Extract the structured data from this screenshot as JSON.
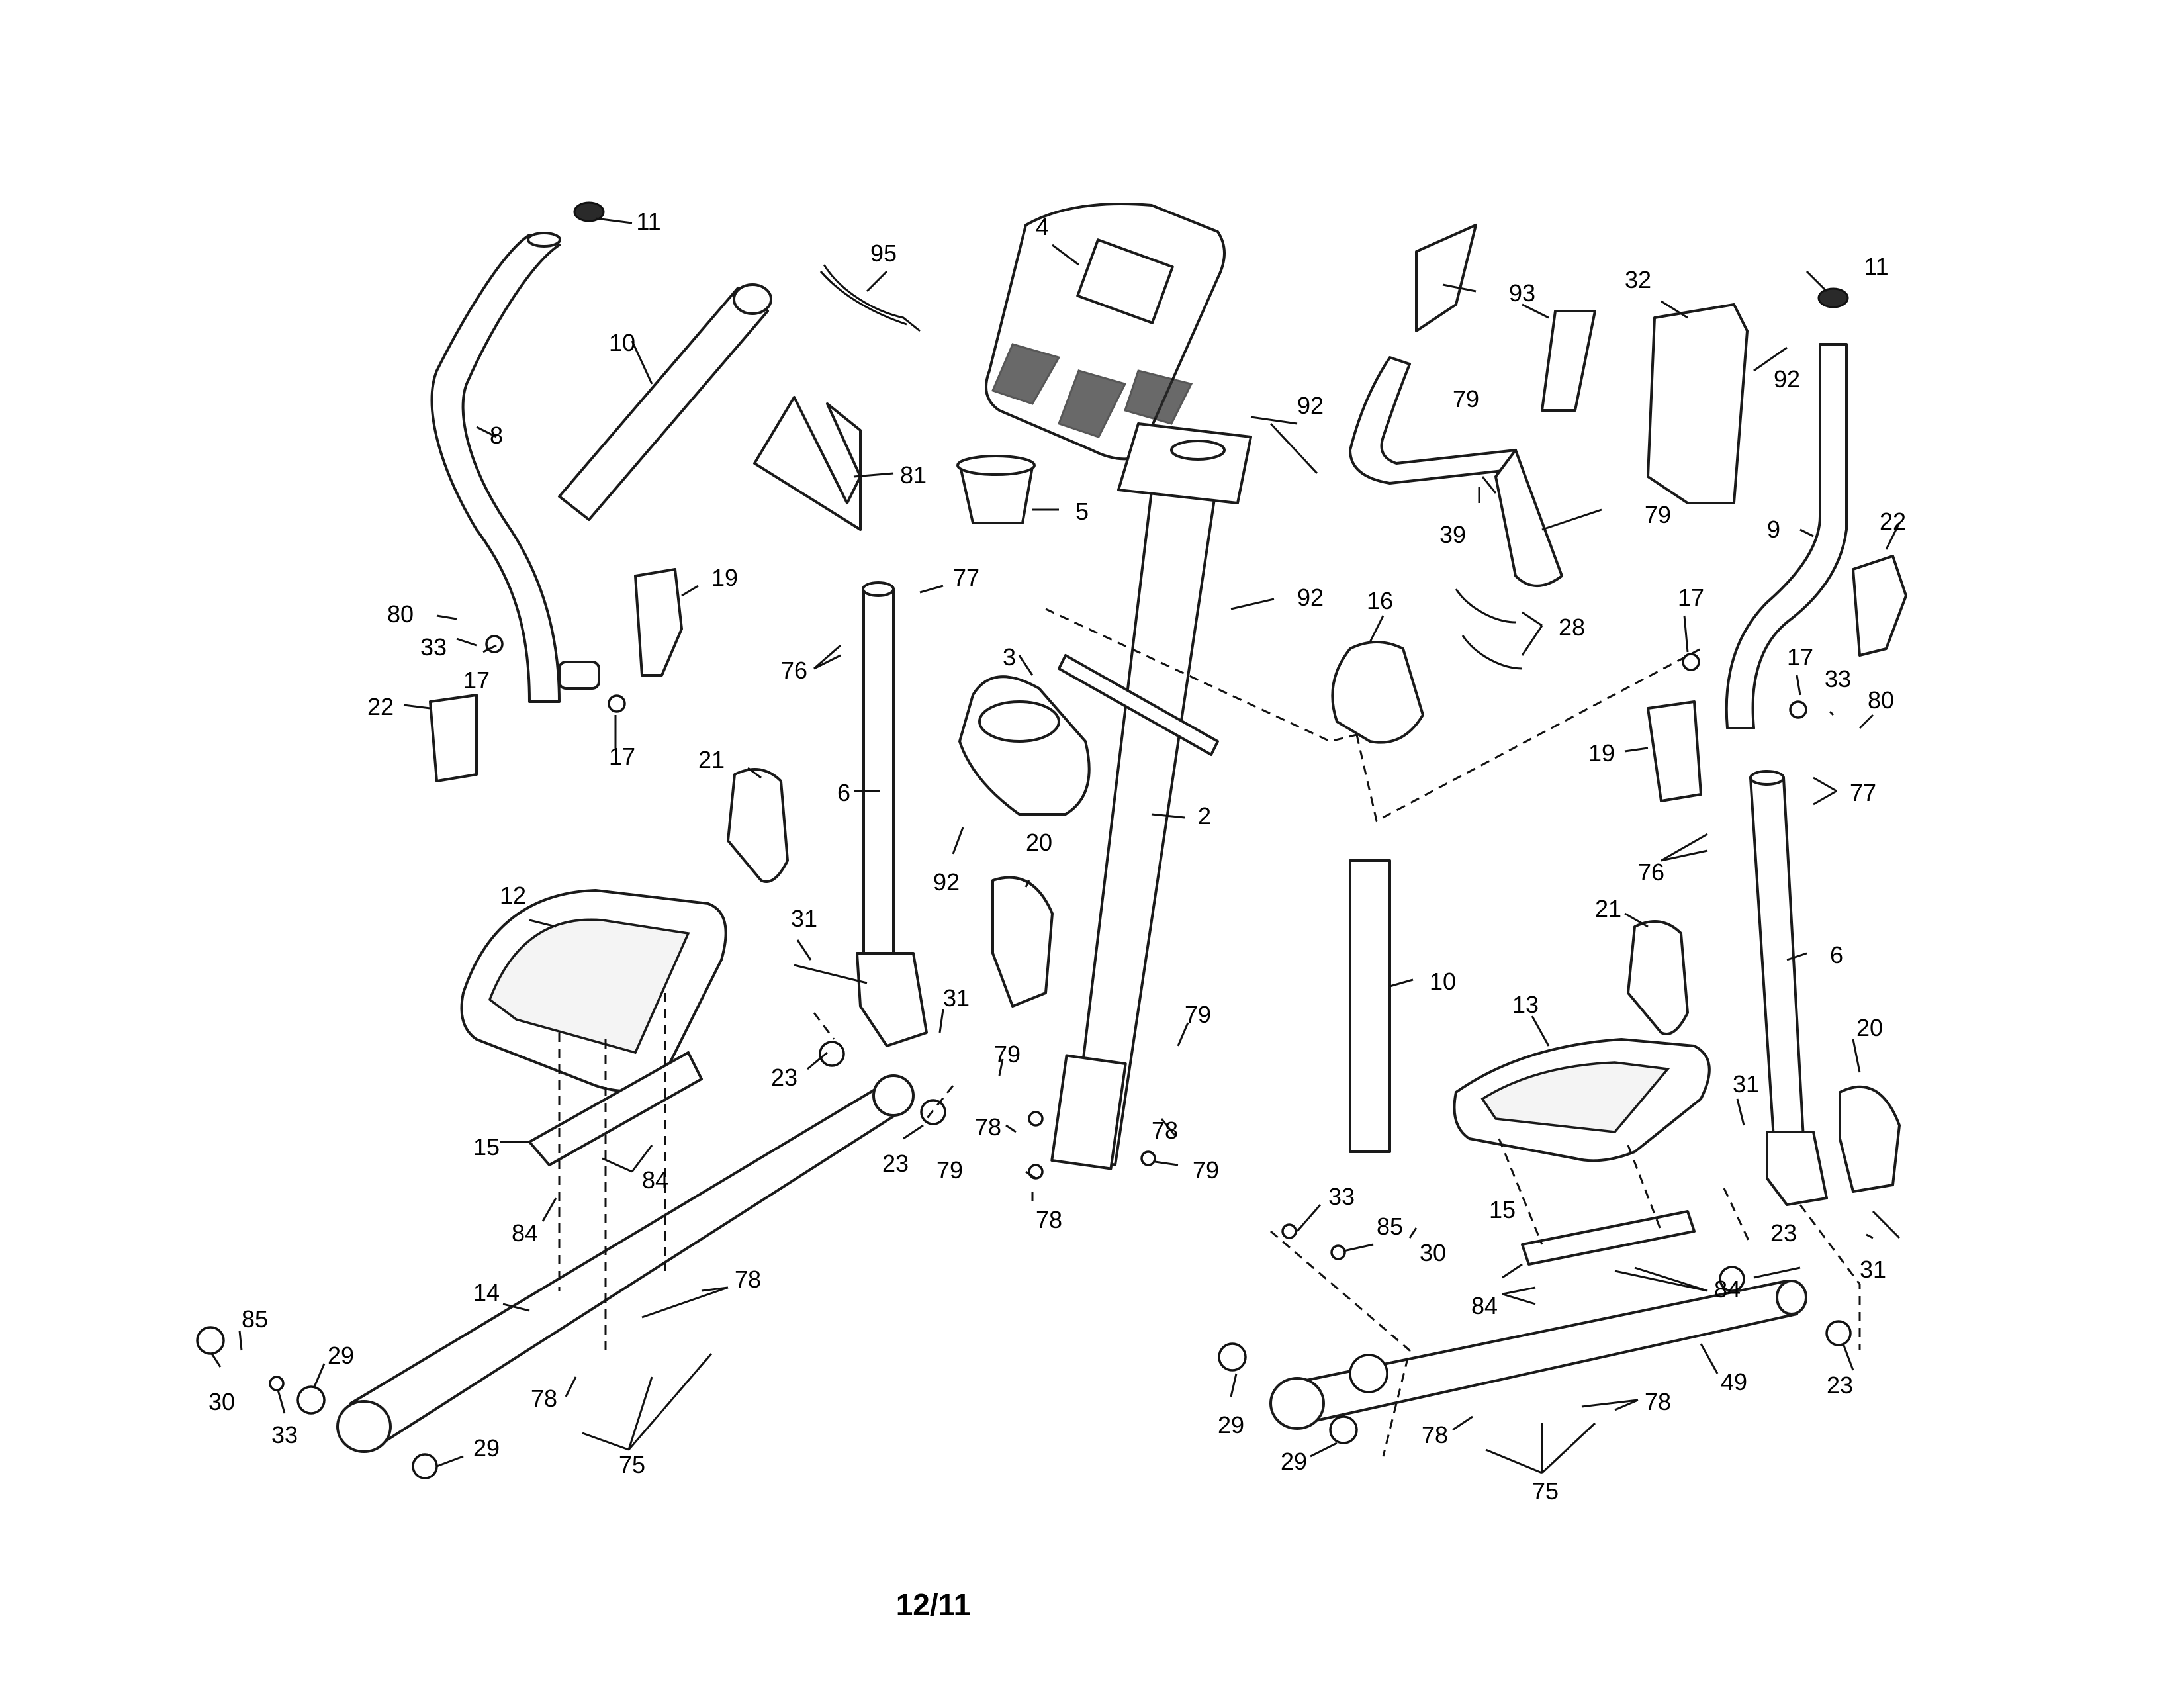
{
  "page": {
    "number": "12/11"
  },
  "callouts": {
    "c_11a": "11",
    "c_10a": "10",
    "c_8": "8",
    "c_95": "95",
    "c_81": "81",
    "c_5": "5",
    "c_4": "4",
    "c_92a": "92",
    "c_93": "93",
    "c_32": "32",
    "c_11b": "11",
    "c_92b": "92",
    "c_79a": "79",
    "c_79b": "79",
    "c_39": "39",
    "c_9": "9",
    "c_22a": "22",
    "c_80a": "80",
    "c_33a": "33",
    "c_17a": "17",
    "c_17b": "17",
    "c_22b": "22",
    "c_19a": "19",
    "c_77a": "77",
    "c_76a": "76",
    "c_3": "3",
    "c_92c": "92",
    "c_16": "16",
    "c_28": "28",
    "c_17c": "17",
    "c_17d": "17",
    "c_33b": "33",
    "c_80b": "80",
    "c_19b": "19",
    "c_77b": "77",
    "c_76b": "76",
    "c_21a": "21",
    "c_6a": "6",
    "c_2": "2",
    "c_92d": "92",
    "c_20a": "20",
    "c_21b": "21",
    "c_6b": "6",
    "c_10b": "10",
    "c_12": "12",
    "c_31a": "31",
    "c_31b": "31",
    "c_79c": "79",
    "c_79d": "79",
    "c_23a": "23",
    "c_23b": "23",
    "c_78a": "78",
    "c_78b": "78",
    "c_79e": "79",
    "c_79f": "79",
    "c_78c": "78",
    "c_15a": "15",
    "c_84a": "84",
    "c_84b": "84",
    "c_13": "13",
    "c_20b": "20",
    "c_31c": "31",
    "c_31d": "31",
    "c_33c": "33",
    "c_85a": "85",
    "c_30a": "30",
    "c_15b": "15",
    "c_23c": "23",
    "c_84c": "84",
    "c_84d": "84",
    "c_14": "14",
    "c_78d": "78",
    "c_85b": "85",
    "c_29a": "29",
    "c_30b": "30",
    "c_33d": "33",
    "c_78e": "78",
    "c_75a": "75",
    "c_29b": "29",
    "c_49": "49",
    "c_23d": "23",
    "c_29c": "29",
    "c_29d": "29",
    "c_78f": "78",
    "c_78g": "78",
    "c_75b": "75"
  }
}
